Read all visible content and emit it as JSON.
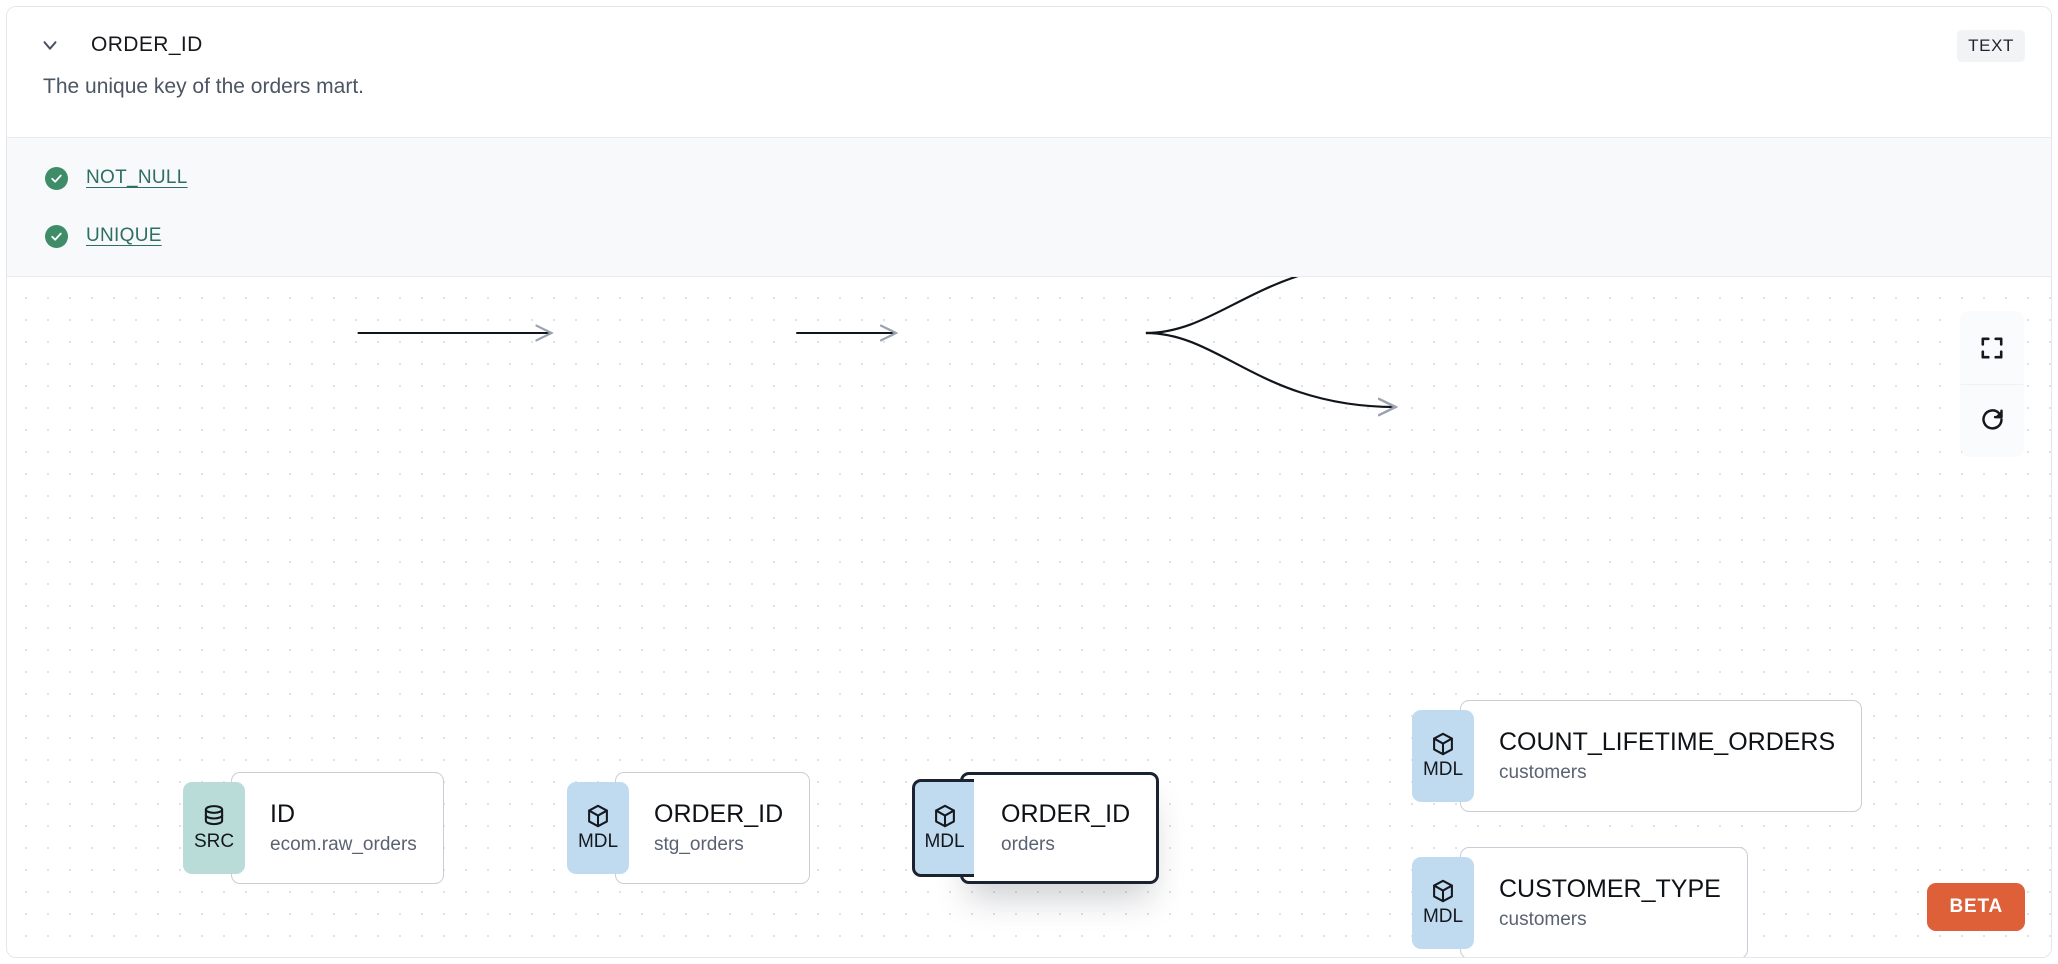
{
  "header": {
    "expand_icon": "chevron-down-icon",
    "column_name": "ORDER_ID",
    "type_badge": "TEXT",
    "description": "The unique key of the orders mart."
  },
  "tests": [
    {
      "status_icon": "check-circle-icon",
      "label": "NOT_NULL"
    },
    {
      "status_icon": "check-circle-icon",
      "label": "UNIQUE"
    }
  ],
  "lineage": {
    "controls": [
      {
        "icon": "fullscreen-icon",
        "name": "fullscreen"
      },
      {
        "icon": "refresh-icon",
        "name": "refresh"
      }
    ],
    "beta_label": "BETA",
    "nodes": [
      {
        "id": "src",
        "badge": "SRC",
        "badge_icon": "database-icon",
        "name": "ID",
        "source": "ecom.raw_orders",
        "selected": false
      },
      {
        "id": "stg",
        "badge": "MDL",
        "badge_icon": "cube-icon",
        "name": "ORDER_ID",
        "source": "stg_orders",
        "selected": false
      },
      {
        "id": "orders",
        "badge": "MDL",
        "badge_icon": "cube-icon",
        "name": "ORDER_ID",
        "source": "orders",
        "selected": true
      },
      {
        "id": "count",
        "badge": "MDL",
        "badge_icon": "cube-icon",
        "name": "COUNT_LIFETIME_ORDERS",
        "source": "customers",
        "selected": false
      },
      {
        "id": "custtype",
        "badge": "MDL",
        "badge_icon": "cube-icon",
        "name": "CUSTOMER_TYPE",
        "source": "customers",
        "selected": false
      }
    ],
    "edges": [
      {
        "from": "src",
        "to": "stg"
      },
      {
        "from": "stg",
        "to": "orders"
      },
      {
        "from": "orders",
        "to": "count"
      },
      {
        "from": "orders",
        "to": "custtype"
      }
    ]
  },
  "colors": {
    "src_badge": "#b9dcd8",
    "mdl_badge": "#c0dbf0",
    "test_pass": "#3e8c68",
    "test_link": "#2f6f62",
    "beta": "#de6039",
    "selected_border": "#1b2230"
  }
}
